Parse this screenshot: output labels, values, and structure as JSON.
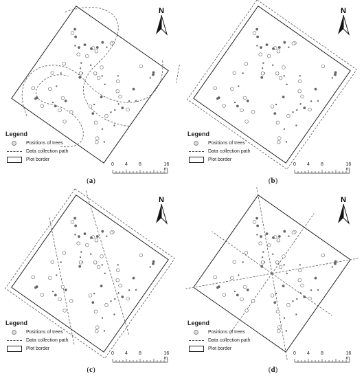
{
  "legend": {
    "title": "Legend",
    "items": [
      {
        "key": "tree",
        "label": "Positions of trees"
      },
      {
        "key": "path",
        "label": "Data collection path"
      },
      {
        "key": "border",
        "label": "Plot border"
      }
    ]
  },
  "scale_bar": {
    "ticks": [
      "0",
      "4",
      "8",
      "16 m"
    ]
  },
  "north_label": "N",
  "panels": [
    {
      "label": "a",
      "path_pattern": "loops"
    },
    {
      "label": "b",
      "path_pattern": "perimeter"
    },
    {
      "label": "c",
      "path_pattern": "perimeter-parallel"
    },
    {
      "label": "d",
      "path_pattern": "radial-star"
    }
  ],
  "colors": {
    "border": "#222222",
    "path": "#555555",
    "tree": "#666666"
  }
}
